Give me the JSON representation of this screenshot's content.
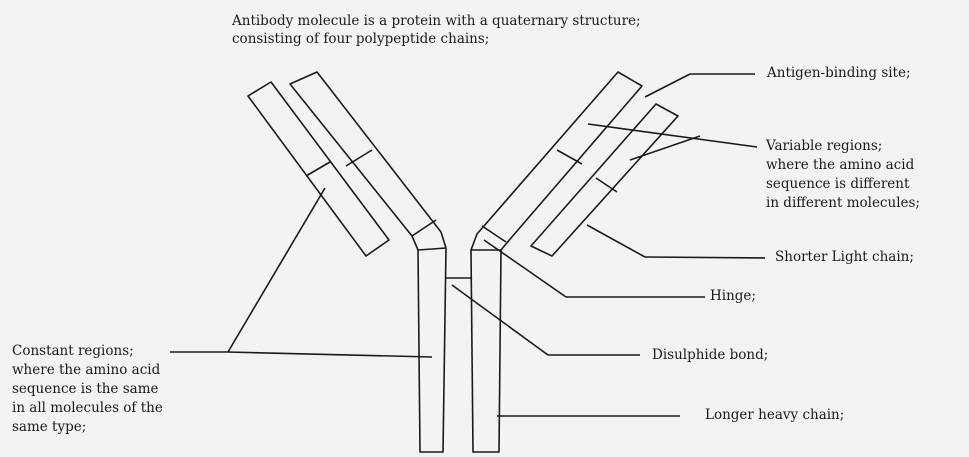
{
  "title": {
    "line1": "Antibody molecule is a protein with a quaternary structure;",
    "line2": "consisting of four polypeptide chains;"
  },
  "labels": {
    "antigen_binding_site": "Antigen-binding site;",
    "variable_regions": {
      "line1": "Variable regions;",
      "line2": "where the amino acid",
      "line3": "sequence is different",
      "line4": "in different molecules;"
    },
    "light_chain": "Shorter Light chain;",
    "hinge": "Hinge;",
    "disulphide_bond": "Disulphide bond;",
    "heavy_chain": "Longer heavy chain;",
    "constant_regions": {
      "line1": "Constant regions;",
      "line2": "where the amino acid",
      "line3": "sequence is the same",
      "line4": "in all molecules of the",
      "line5": "same type;"
    }
  }
}
